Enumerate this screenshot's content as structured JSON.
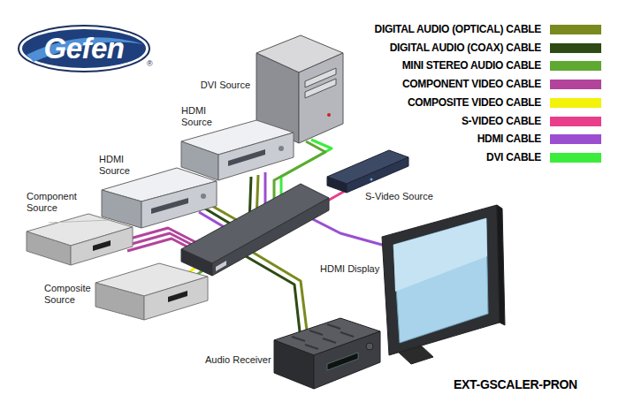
{
  "diagram": {
    "nodes": [
      {
        "text": [
          "DVI Source"
        ]
      },
      {
        "text": [
          "HDMI Source"
        ]
      },
      {
        "text": [
          "HDMI Source"
        ]
      },
      {
        "text": [
          "Component Source"
        ]
      },
      {
        "text": [
          "S-Video Source"
        ]
      },
      {
        "text": [
          "Composite Source"
        ]
      },
      {
        "text": [
          "HDMI Display"
        ]
      },
      {
        "text": [
          "Audio Receiver"
        ]
      }
    ],
    "labels": [
      "Gefen",
      "®",
      "EXT-GSCALER-PRON"
    ],
    "legend": [
      {
        "text": "DIGITAL AUDIO (OPTICAL) CABLE",
        "color": "#7a8a1e"
      },
      {
        "text": "DIGITAL AUDIO (COAX) CABLE",
        "color": "#2e4a14"
      },
      {
        "text": "MINI STEREO AUDIO CABLE",
        "color": "#5fa832"
      },
      {
        "text": "COMPONENT VIDEO CABLE",
        "color": "#b2449b"
      },
      {
        "text": "COMPOSITE VIDEO CABLE",
        "color": "#f2f20a"
      },
      {
        "text": "S-VIDEO CABLE",
        "color": "#e83e8c"
      },
      {
        "text": "HDMI CABLE",
        "color": "#9b4fd0"
      },
      {
        "text": "DVI CABLE",
        "color": "#3cec3c"
      }
    ]
  }
}
